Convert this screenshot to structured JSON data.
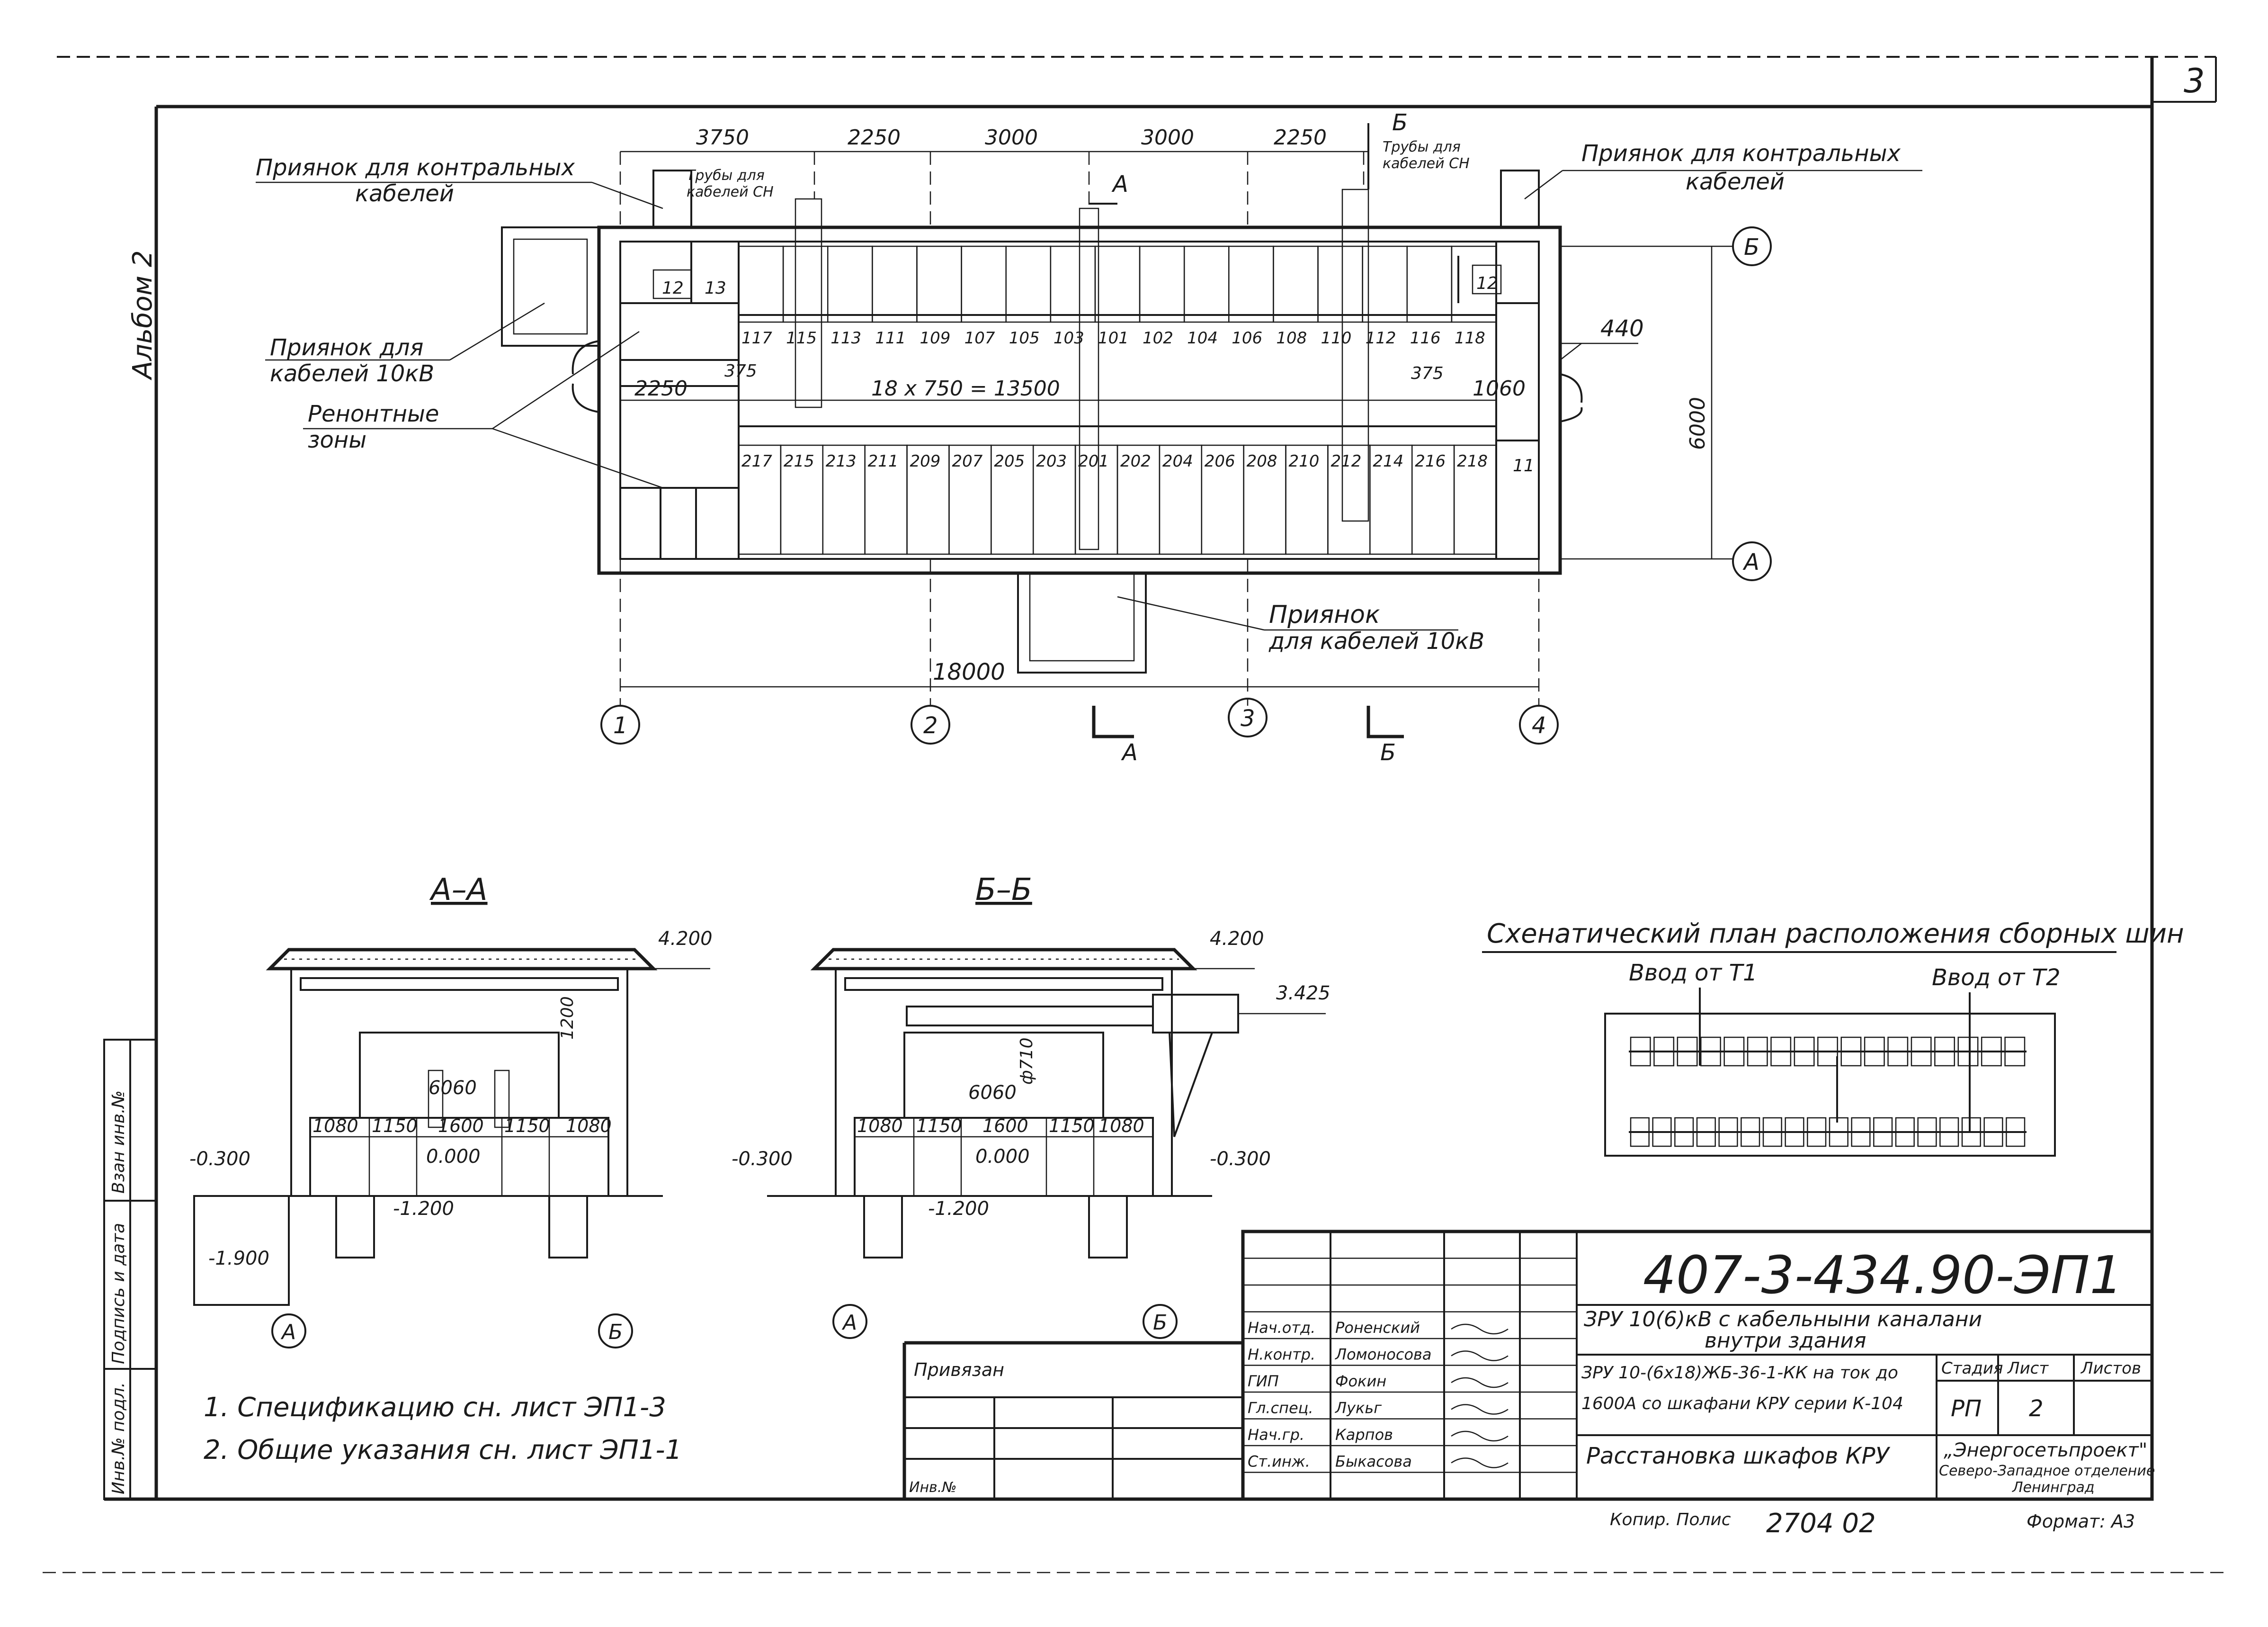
{
  "sheet_number": "3",
  "album_label": "Альбом 2",
  "plan": {
    "dims_top": [
      "3750",
      "2250",
      "3000",
      "3000",
      "2250"
    ],
    "dim_total": "18000",
    "dim_height": "6000",
    "dim_440": "440",
    "dim_2250_left": "2250",
    "dim_375_left": "375",
    "dim_375_right": "375",
    "dim_1060": "1060",
    "dim_row": "18 x 750 = 13500",
    "labels": {
      "control_left_1": "Приянок для контральных",
      "control_left_2": "кабелей",
      "control_right_1": "Приянок для контральных",
      "control_right_2": "кабелей",
      "pipes_left_1": "Трубы для",
      "pipes_left_2": "кабелей СН",
      "pipes_right_1": "Трубы для",
      "pipes_right_2": "кабелей СН",
      "pit10_left_1": "Приянок для",
      "pit10_left_2": "кабелей 10кВ",
      "repair_1": "Ренонтные",
      "repair_2": "зоны",
      "pit10_bottom_1": "Приянок",
      "pit10_bottom_2": "для кабелей 10кВ"
    },
    "row_top": [
      "117",
      "115",
      "113",
      "111",
      "109",
      "107",
      "105",
      "103",
      "101",
      "102",
      "104",
      "106",
      "108",
      "110",
      "112",
      "116",
      "118"
    ],
    "row_bottom": [
      "217",
      "215",
      "213",
      "211",
      "209",
      "207",
      "205",
      "203",
      "201",
      "202",
      "204",
      "206",
      "208",
      "210",
      "212",
      "214",
      "216",
      "218"
    ],
    "small_12_left": "12",
    "small_13": "13",
    "small_12_right": "12",
    "small_11": "11",
    "axes_x": [
      "1",
      "2",
      "3",
      "4"
    ],
    "axes_y": [
      "Б",
      "А"
    ],
    "section_a": "А",
    "section_b": "Б"
  },
  "section_aa": {
    "title": "А–А",
    "elev_top": "4.200",
    "elev_left": "-0.300",
    "elev_floor": "0.000",
    "elev_channel": "-1.200",
    "elev_pit": "-1.900",
    "dim_1200": "1200",
    "dim_6060": "6060",
    "dims": [
      "1080",
      "1150",
      "1600",
      "1150",
      "1080"
    ],
    "axes": [
      "А",
      "Б"
    ]
  },
  "section_bb": {
    "title": "Б–Б",
    "elev_top": "4.200",
    "elev_3425": "3.425",
    "elev_left": "-0.300",
    "elev_right": "-0.300",
    "elev_floor": "0.000",
    "elev_channel": "-1.200",
    "dim_phi": "ф710",
    "dim_6060": "6060",
    "dims": [
      "1080",
      "1150",
      "1600",
      "1150",
      "1080"
    ],
    "axes": [
      "А",
      "Б"
    ]
  },
  "busbar": {
    "title": "Схенатический план расположения сборных шин",
    "input_t1": "Ввод от Т1",
    "input_t2": "Ввод от Т2"
  },
  "notes": [
    "1.  Спецификацию сн. лист ЭП1-3",
    "2.  Общие указания сн. лист ЭП1-1"
  ],
  "side_stamp": [
    "Взан инв.№",
    "Подпись и дата",
    "Инв.№ подл."
  ],
  "title_block": {
    "code": "407-3-434.90-ЭП1",
    "title_1": "ЗРУ 10(6)кВ с кабельныни каналани",
    "title_2": "внутри здания",
    "desc_1": "ЗРУ 10-(6х18)ЖБ-36-1-КК на ток до",
    "desc_2": "1600А со шкафани КРУ серии К-104",
    "sheet_name": "Расстановка шкафов КРУ",
    "attached": "Привязан",
    "people": [
      {
        "role": "Нач.отд.",
        "name": "Роненский"
      },
      {
        "role": "Н.контр.",
        "name": "Ломоносова"
      },
      {
        "role": "ГИП",
        "name": "Фокин"
      },
      {
        "role": "Гл.спец.",
        "name": "Лукьг"
      },
      {
        "role": "Нач.гр.",
        "name": "Карпов"
      },
      {
        "role": "Ст.инж.",
        "name": "Быкасова"
      }
    ],
    "stage_h": "Стадия",
    "sheet_h": "Лист",
    "sheets_h": "Листов",
    "stage": "РП",
    "sheet": "2",
    "org_1": "„Энергосетьпроект\"",
    "org_2": "Северо-Западное отделение",
    "org_3": "Ленинград",
    "inv": "Инв.№",
    "copy": "Копир. Полис",
    "order": "2704 02",
    "format": "Формат: А3"
  }
}
